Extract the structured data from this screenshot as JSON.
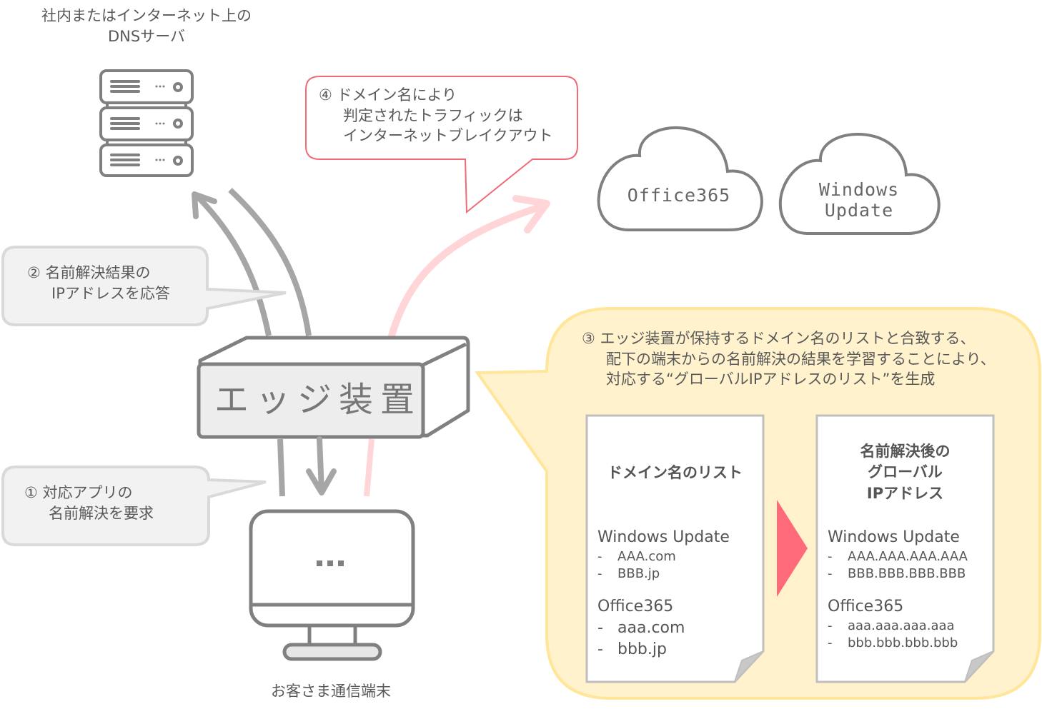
{
  "dns_server": {
    "label_line1": "社内またはインターネット上の",
    "label_line2": "DNSサーバ"
  },
  "clouds": [
    {
      "line1": "Office365",
      "line2": ""
    },
    {
      "line1": "Windows",
      "line2": "Update"
    }
  ],
  "callouts": {
    "step1": {
      "num": "①",
      "line1": "対応アプリの",
      "line2": "名前解決を要求"
    },
    "step2": {
      "num": "②",
      "line1": "名前解決結果の",
      "line2": "IPアドレスを応答"
    },
    "step3": {
      "num": "③",
      "line1": "エッジ装置が保持するドメイン名のリストと合致する、",
      "line2": "配下の端末からの名前解決の結果を学習することにより、",
      "line3": "対応する“グローバルIPアドレスのリスト”を生成"
    },
    "step4": {
      "num": "④",
      "line1": "ドメイン名により",
      "line2": "判定されたトラフィックは",
      "line3": "インターネットブレイクアウト"
    }
  },
  "edge_device": {
    "label": "エッジ装置"
  },
  "client": {
    "label": "お客さま通信端末",
    "screen": "..."
  },
  "doc_domains": {
    "title": "ドメイン名のリスト",
    "groups": [
      {
        "name": "Windows Update",
        "items": [
          "AAA.com",
          "BBB.jp"
        ]
      },
      {
        "name": "Office365",
        "items": [
          "aaa.com",
          "bbb.jp"
        ]
      }
    ]
  },
  "doc_ips": {
    "title_line1": "名前解決後の",
    "title_line2": "グローバル",
    "title_line3": "IPアドレス",
    "groups": [
      {
        "name": "Windows Update",
        "items": [
          "AAA.AAA.AAA.AAA",
          "BBB.BBB.BBB.BBB"
        ]
      },
      {
        "name": "Office365",
        "items": [
          "aaa.aaa.aaa.aaa",
          "bbb.bbb.bbb.bbb"
        ]
      }
    ]
  },
  "bullet": "-",
  "colors": {
    "gray": "#808080",
    "arrow_gray": "#a6a6a6",
    "pink_arrow": "#ffd5d8",
    "pink_border": "#f06b78",
    "yellow_fill": "#fff2cc",
    "yellow_border": "#ffe699",
    "triangle": "#ff6b7a"
  }
}
